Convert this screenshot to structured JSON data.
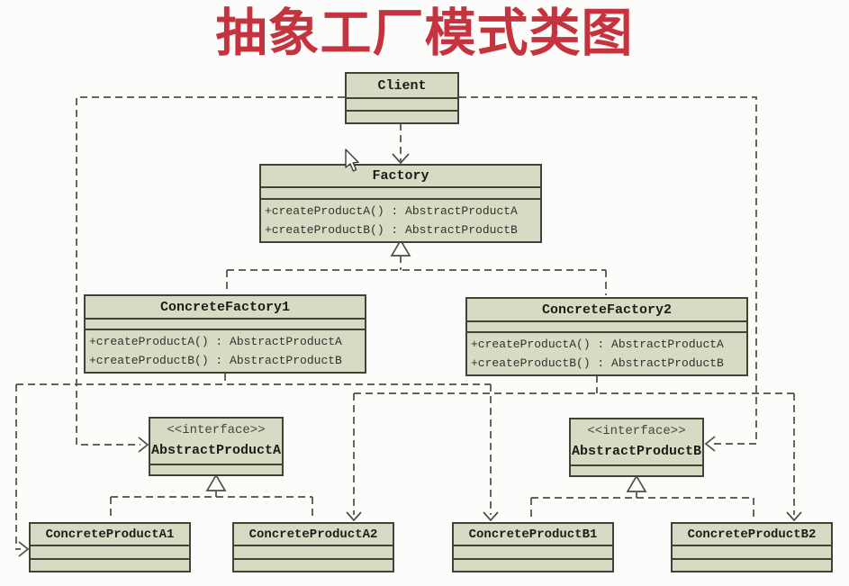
{
  "title": {
    "text": "抽象工厂模式类图"
  },
  "classes": {
    "client": {
      "name": "Client"
    },
    "factory": {
      "name": "Factory",
      "methods": [
        "+createProductA() : AbstractProductA",
        "+createProductB() : AbstractProductB"
      ]
    },
    "concrete_factory_1": {
      "name": "ConcreteFactory1",
      "methods": [
        "+createProductA() : AbstractProductA",
        "+createProductB() : AbstractProductB"
      ]
    },
    "concrete_factory_2": {
      "name": "ConcreteFactory2",
      "methods": [
        "+createProductA() : AbstractProductA",
        "+createProductB() : AbstractProductB"
      ]
    },
    "abstract_product_a": {
      "stereotype": "<<interface>>",
      "name": "AbstractProductA"
    },
    "abstract_product_b": {
      "stereotype": "<<interface>>",
      "name": "AbstractProductB"
    },
    "concrete_product_a1": {
      "name": "ConcreteProductA1"
    },
    "concrete_product_a2": {
      "name": "ConcreteProductA2"
    },
    "concrete_product_b1": {
      "name": "ConcreteProductB1"
    },
    "concrete_product_b2": {
      "name": "ConcreteProductB2"
    }
  },
  "relationships": [
    {
      "from": "Client",
      "to": "Factory",
      "type": "dependency"
    },
    {
      "from": "Client",
      "to": "AbstractProductA",
      "type": "dependency"
    },
    {
      "from": "Client",
      "to": "AbstractProductB",
      "type": "dependency"
    },
    {
      "from": "ConcreteFactory1",
      "to": "Factory",
      "type": "generalization"
    },
    {
      "from": "ConcreteFactory2",
      "to": "Factory",
      "type": "generalization"
    },
    {
      "from": "ConcreteFactory1",
      "to": "ConcreteProductA1",
      "type": "dependency"
    },
    {
      "from": "ConcreteFactory1",
      "to": "ConcreteProductB1",
      "type": "dependency"
    },
    {
      "from": "ConcreteFactory2",
      "to": "ConcreteProductA2",
      "type": "dependency"
    },
    {
      "from": "ConcreteFactory2",
      "to": "ConcreteProductB2",
      "type": "dependency"
    },
    {
      "from": "ConcreteProductA1",
      "to": "AbstractProductA",
      "type": "realization"
    },
    {
      "from": "ConcreteProductA2",
      "to": "AbstractProductA",
      "type": "realization"
    },
    {
      "from": "ConcreteProductB1",
      "to": "AbstractProductB",
      "type": "realization"
    },
    {
      "from": "ConcreteProductB2",
      "to": "AbstractProductB",
      "type": "realization"
    }
  ],
  "colors": {
    "title": "#c4333e",
    "box_fill": "#d6dcc4",
    "box_border": "#3f4437",
    "wire": "#4a4f45",
    "background": "#fcfcfa"
  }
}
